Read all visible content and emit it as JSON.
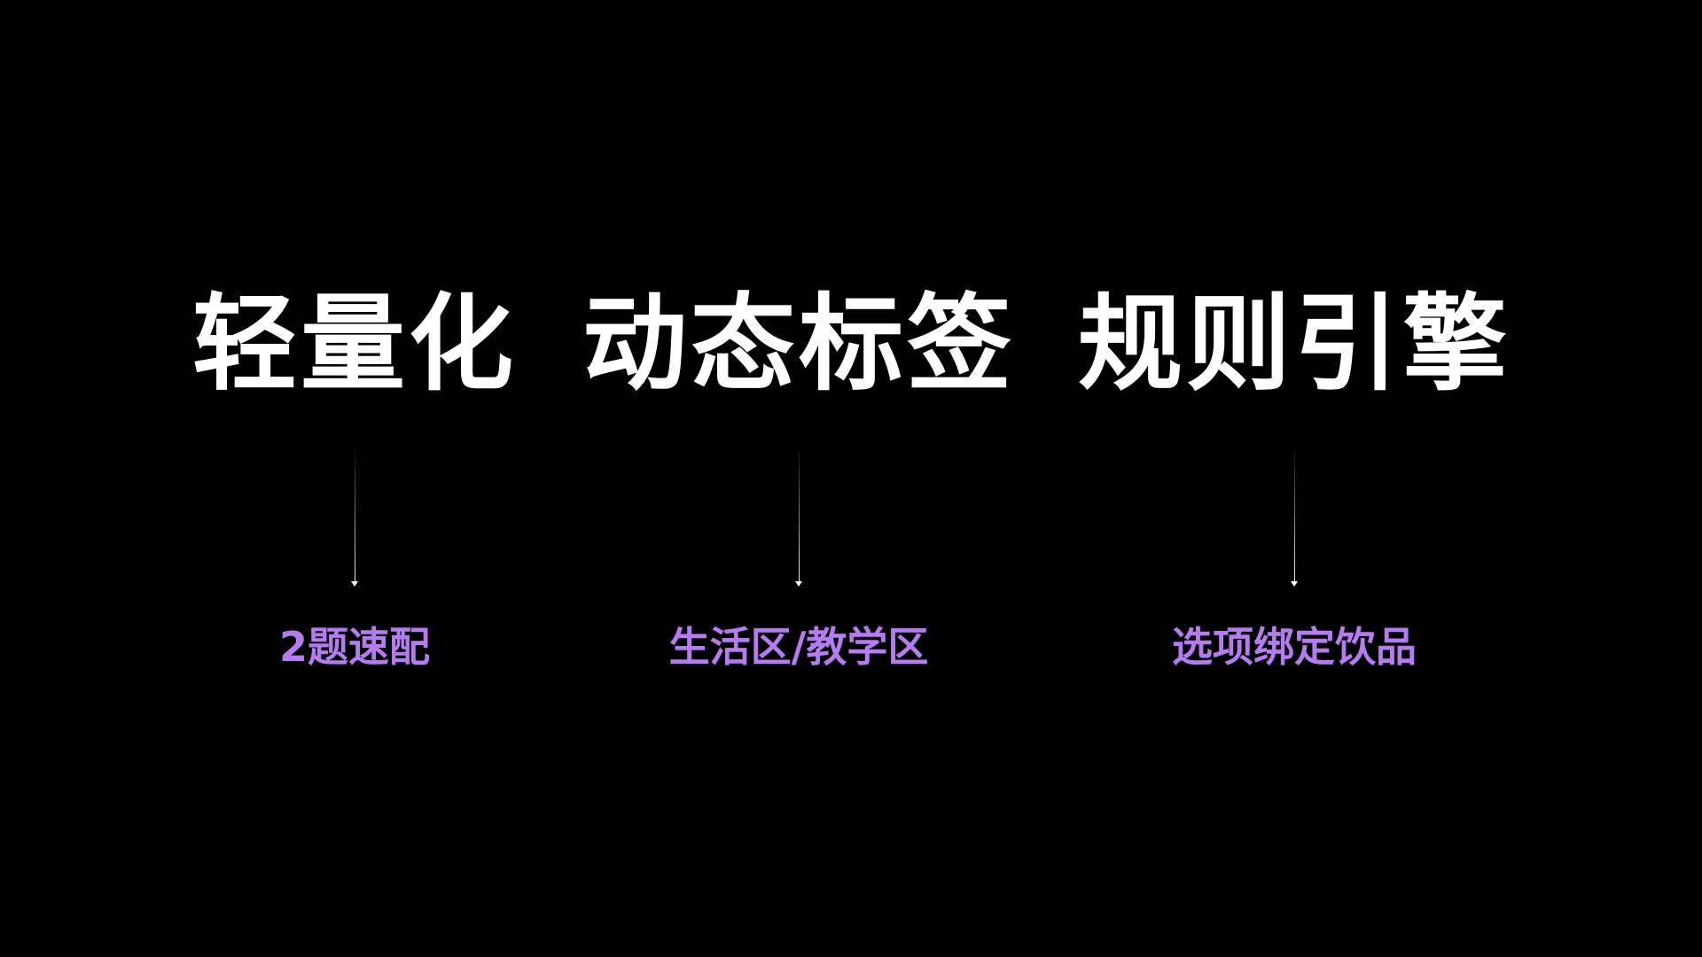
{
  "features": [
    {
      "title": "轻量化",
      "subtitle": "2题速配"
    },
    {
      "title": "动态标签",
      "subtitle": "生活区/教学区"
    },
    {
      "title": "规则引擎",
      "subtitle": "选项绑定饮品"
    }
  ],
  "colors": {
    "background": "#000000",
    "title": "#ffffff",
    "subtitle": "#b57cf0"
  },
  "icons": {
    "connector": "arrow-down-icon"
  }
}
